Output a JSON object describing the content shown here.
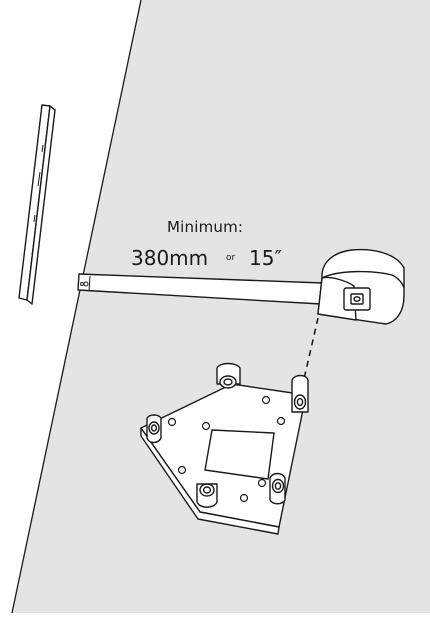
{
  "measurement": {
    "heading": "Minimum:",
    "metric": "380mm",
    "separator": "or",
    "imperial": "15″"
  },
  "colors": {
    "wall": "#e4e4e4",
    "outline": "#1a1a1a",
    "fill": "#ffffff"
  }
}
